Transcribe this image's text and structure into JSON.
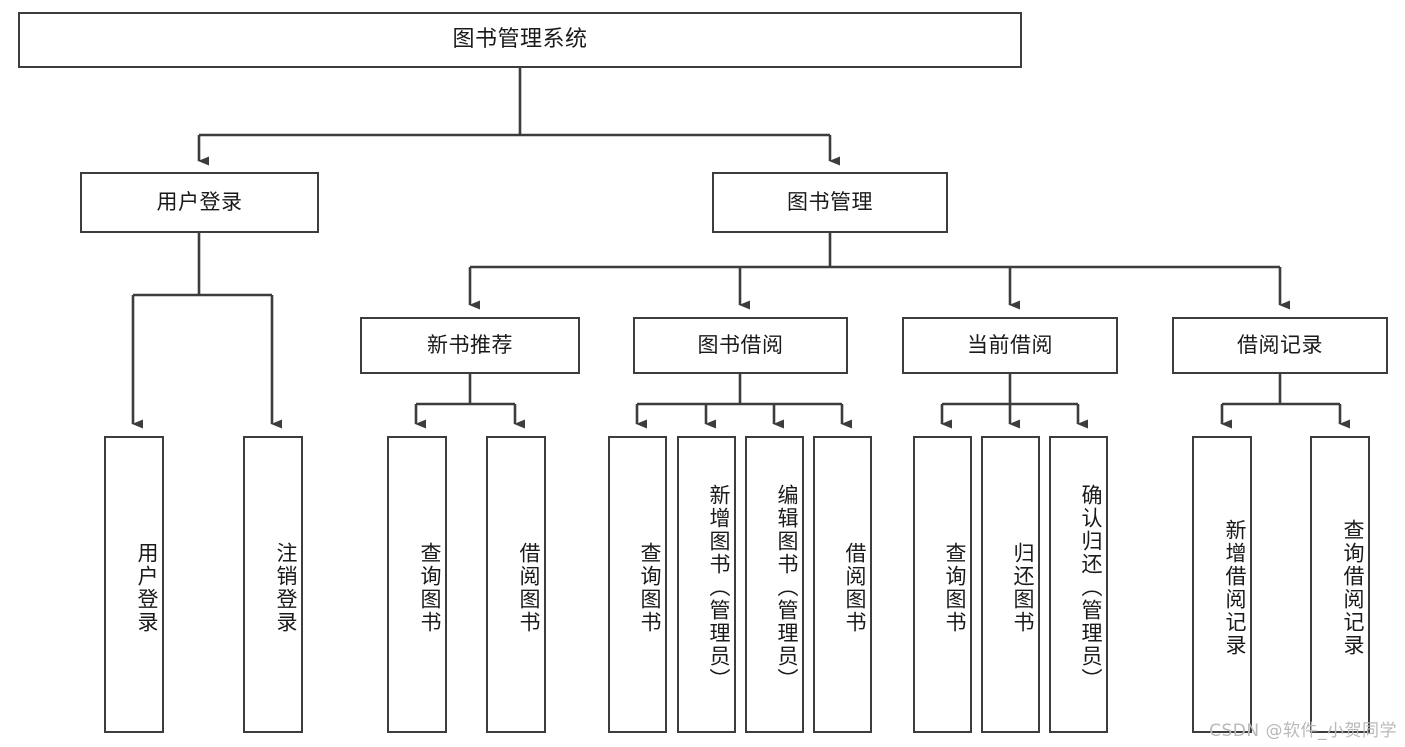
{
  "diagram": {
    "title": "图书管理系统",
    "type": "tree",
    "line_color": "#3d3d3d",
    "box_fill": "#ffffff",
    "text_color": "#1a1a1a",
    "watermark": "CSDN @软件_小贺同学",
    "watermark_color": "#b9b9b9"
  },
  "nodes": {
    "root": {
      "label": "图书管理系统"
    },
    "level2": [
      {
        "id": "user-login",
        "label": "用户登录"
      },
      {
        "id": "book-manage",
        "label": "图书管理"
      }
    ],
    "level3": [
      {
        "id": "new-book-recommend",
        "label": "新书推荐"
      },
      {
        "id": "book-borrow",
        "label": "图书借阅"
      },
      {
        "id": "current-borrow",
        "label": "当前借阅"
      },
      {
        "id": "borrow-record",
        "label": "借阅记录"
      }
    ],
    "leaves": [
      {
        "id": "leaf-user-login",
        "label": "用户登录",
        "parent": "user-login"
      },
      {
        "id": "leaf-user-logout",
        "label": "注销登录",
        "parent": "user-login"
      },
      {
        "id": "leaf-query-book-1",
        "label": "查询图书",
        "parent": "new-book-recommend"
      },
      {
        "id": "leaf-borrow-book-1",
        "label": "借阅图书",
        "parent": "new-book-recommend"
      },
      {
        "id": "leaf-query-book-2",
        "label": "查询图书",
        "parent": "book-borrow"
      },
      {
        "id": "leaf-add-book",
        "label": "新增图书（管理员）",
        "parent": "book-borrow"
      },
      {
        "id": "leaf-edit-book",
        "label": "编辑图书（管理员）",
        "parent": "book-borrow"
      },
      {
        "id": "leaf-borrow-book-2",
        "label": "借阅图书",
        "parent": "book-borrow"
      },
      {
        "id": "leaf-query-book-3",
        "label": "查询图书",
        "parent": "current-borrow"
      },
      {
        "id": "leaf-return-book",
        "label": "归还图书",
        "parent": "current-borrow"
      },
      {
        "id": "leaf-confirm-return",
        "label": "确认归还（管理员）",
        "parent": "current-borrow"
      },
      {
        "id": "leaf-add-record",
        "label": "新增借阅记录",
        "parent": "borrow-record"
      },
      {
        "id": "leaf-query-record",
        "label": "查询借阅记录",
        "parent": "borrow-record"
      }
    ]
  }
}
